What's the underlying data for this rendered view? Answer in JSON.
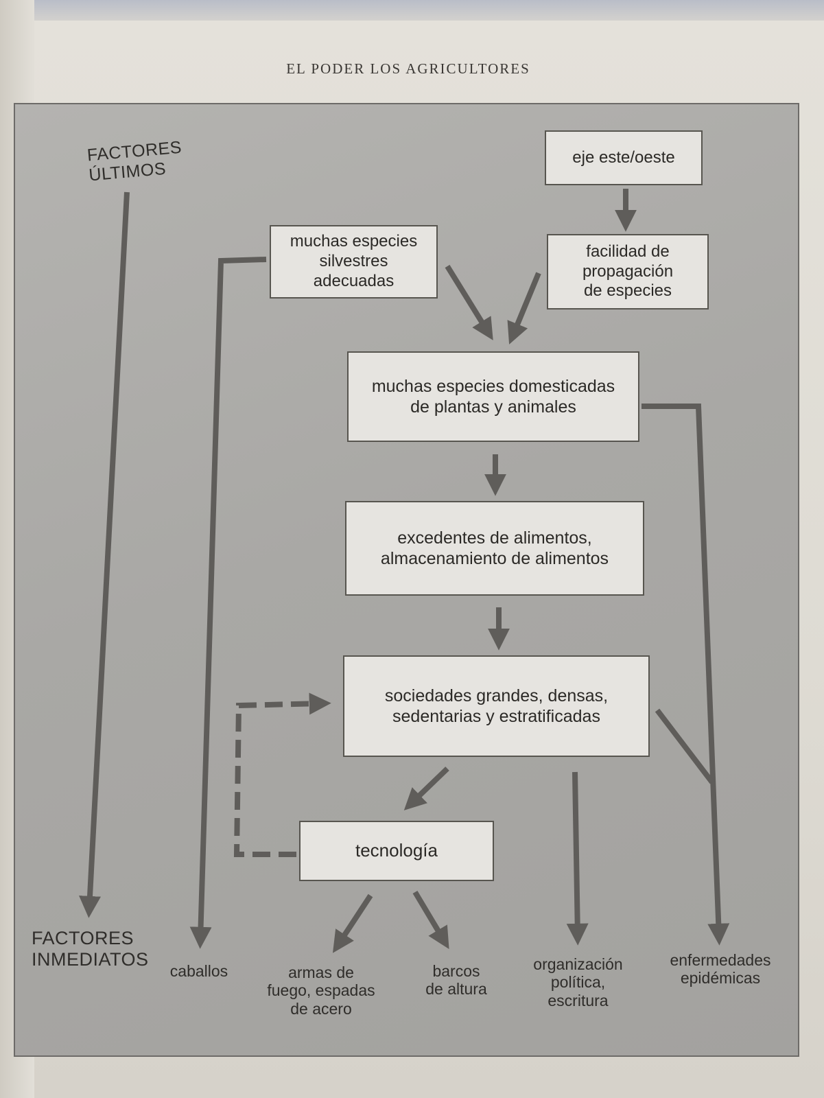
{
  "header": {
    "running_title": "EL PODER LOS AGRICULTORES"
  },
  "diagram": {
    "top_label": "FACTORES\nÚLTIMOS",
    "bottom_label": "FACTORES\nINMEDIATOS",
    "nodes": {
      "axis": "eje este/oeste",
      "wild_species": "muchas especies\nsilvestres\nadecuadas",
      "spread": "facilidad de\npropagación\nde especies",
      "domesticated": "muchas especies domesticadas\nde plantas y animales",
      "surplus": "excedentes de alimentos,\nalmacenamiento de alimentos",
      "societies": "sociedades grandes, densas,\nsedentarias y estratificadas",
      "technology": "tecnología"
    },
    "outcomes": {
      "horses": "caballos",
      "weapons": "armas de\nfuego, espadas\nde acero",
      "ships": "barcos\nde altura",
      "organization": "organización\npolítica,\nescritura",
      "diseases": "enfermedades\nepidémicas"
    }
  },
  "colors": {
    "box_fill": "#e6e4e0",
    "arrow": "#5f5d5a",
    "panel": "#abaaa7"
  }
}
